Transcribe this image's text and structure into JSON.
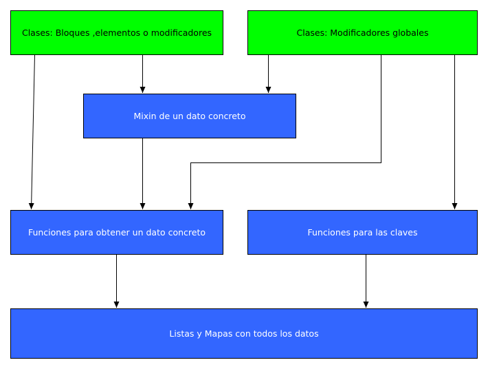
{
  "colors": {
    "green_fill": "#00ff00",
    "blue_fill": "#3366ff",
    "edge": "#000000"
  },
  "nodes": {
    "clases_bloques": {
      "label": "Clases: Bloques ,elementos o modificadores"
    },
    "clases_modificadores": {
      "label": "Clases: Modificadores globales"
    },
    "mixin_dato": {
      "label": "Mixin de un dato concreto"
    },
    "funciones_dato": {
      "label": "Funciones para obtener un dato concreto"
    },
    "funciones_claves": {
      "label": "Funciones para las claves"
    },
    "listas_mapas": {
      "label": "Listas y Mapas con todos los datos"
    }
  },
  "edges": [
    {
      "from": "clases_bloques",
      "to": "mixin_dato"
    },
    {
      "from": "clases_modificadores",
      "to": "mixin_dato"
    },
    {
      "from": "clases_bloques",
      "to": "funciones_dato"
    },
    {
      "from": "mixin_dato",
      "to": "funciones_dato"
    },
    {
      "from": "clases_modificadores",
      "to": "funciones_dato"
    },
    {
      "from": "clases_modificadores",
      "to": "funciones_claves"
    },
    {
      "from": "funciones_dato",
      "to": "listas_mapas"
    },
    {
      "from": "funciones_claves",
      "to": "listas_mapas"
    }
  ]
}
